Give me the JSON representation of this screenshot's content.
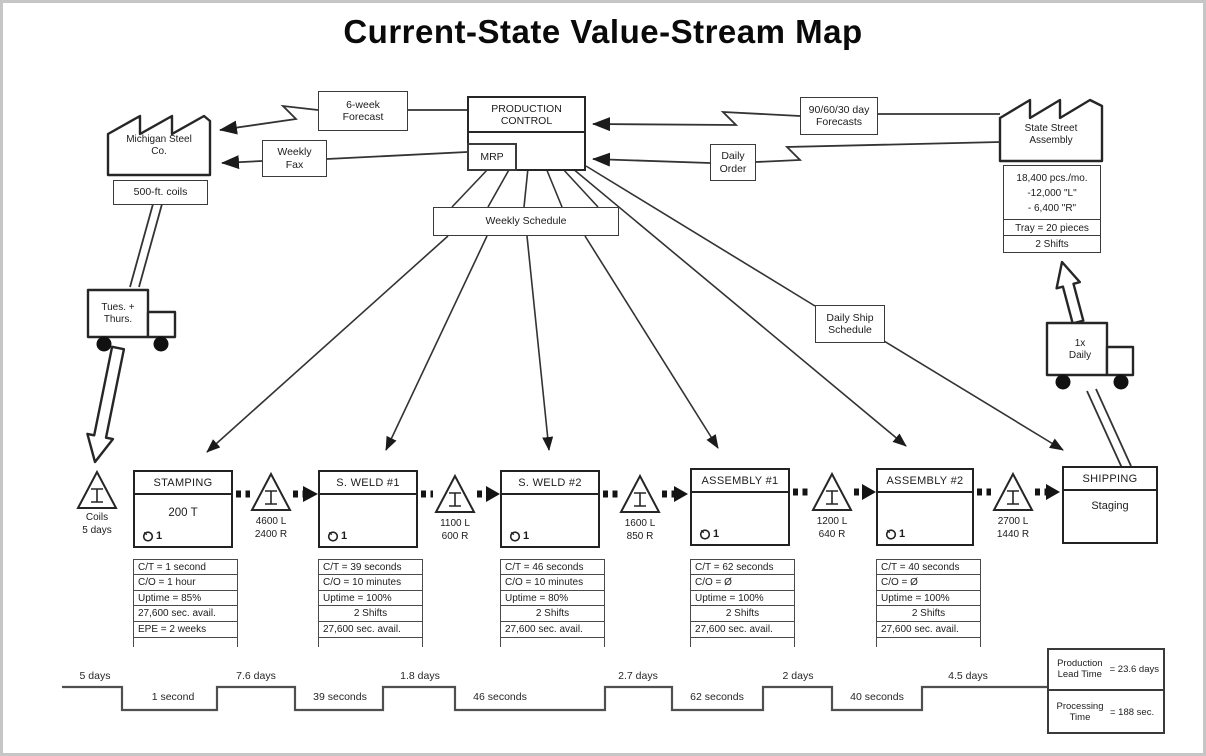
{
  "title": "Current-State Value-Stream Map",
  "supplier": {
    "name": "Michigan Steel Co.",
    "coils": "500-ft. coils",
    "delivery": "Tues. + Thurs."
  },
  "customer": {
    "name": "State Street Assembly",
    "demand_month": "18,400 pcs./mo.",
    "demand_left": "-12,000 \"L\"",
    "demand_right": "- 6,400 \"R\"",
    "tray": "Tray = 20 pieces",
    "shifts": "2 Shifts",
    "delivery": "1x Daily"
  },
  "production_control": {
    "title": "PRODUCTION CONTROL",
    "system": "MRP"
  },
  "info_flows": {
    "six_week_forecast": "6-week Forecast",
    "weekly_fax": "Weekly Fax",
    "customer_forecasts": "90/60/30 day Forecasts",
    "daily_order": "Daily Order",
    "weekly_schedule": "Weekly Schedule",
    "daily_ship_schedule": "Daily Ship Schedule"
  },
  "inventory": [
    {
      "qty": "Coils",
      "sub": "5 days"
    },
    {
      "qty": "4600 L",
      "sub": "2400 R"
    },
    {
      "qty": "1100 L",
      "sub": "600 R"
    },
    {
      "qty": "1600 L",
      "sub": "850 R"
    },
    {
      "qty": "1200 L",
      "sub": "640 R"
    },
    {
      "qty": "2700 L",
      "sub": "1440 R"
    }
  ],
  "processes": [
    {
      "name": "STAMPING",
      "detail": "200 T",
      "operators": "1",
      "data": [
        "C/T = 1 second",
        "C/O = 1 hour",
        "Uptime = 85%",
        "27,600 sec. avail.",
        "EPE = 2 weeks"
      ]
    },
    {
      "name": "S. WELD #1",
      "operators": "1",
      "data": [
        "C/T = 39 seconds",
        "C/O = 10 minutes",
        "Uptime = 100%",
        "2 Shifts",
        "27,600 sec. avail."
      ]
    },
    {
      "name": "S. WELD #2",
      "operators": "1",
      "data": [
        "C/T = 46 seconds",
        "C/O = 10 minutes",
        "Uptime = 80%",
        "2 Shifts",
        "27,600 sec. avail."
      ]
    },
    {
      "name": "ASSEMBLY #1",
      "operators": "1",
      "data": [
        "C/T = 62 seconds",
        "C/O = Ø",
        "Uptime = 100%",
        "2 Shifts",
        "27,600 sec. avail."
      ]
    },
    {
      "name": "ASSEMBLY #2",
      "operators": "1",
      "data": [
        "C/T = 40 seconds",
        "C/O = Ø",
        "Uptime = 100%",
        "2 Shifts",
        "27,600 sec. avail."
      ]
    },
    {
      "name": "SHIPPING",
      "detail": "Staging"
    }
  ],
  "timeline": {
    "lead_times": [
      "5 days",
      "7.6 days",
      "1.8 days",
      "2.7 days",
      "2 days",
      "4.5 days"
    ],
    "process_times": [
      "1 second",
      "39 seconds",
      "46 seconds",
      "62 seconds",
      "40 seconds"
    ]
  },
  "summary": {
    "lead_time_label": "Production Lead Time",
    "lead_time_value": "= 23.6 days",
    "processing_label": "Processing Time",
    "processing_value": "= 188 sec."
  }
}
